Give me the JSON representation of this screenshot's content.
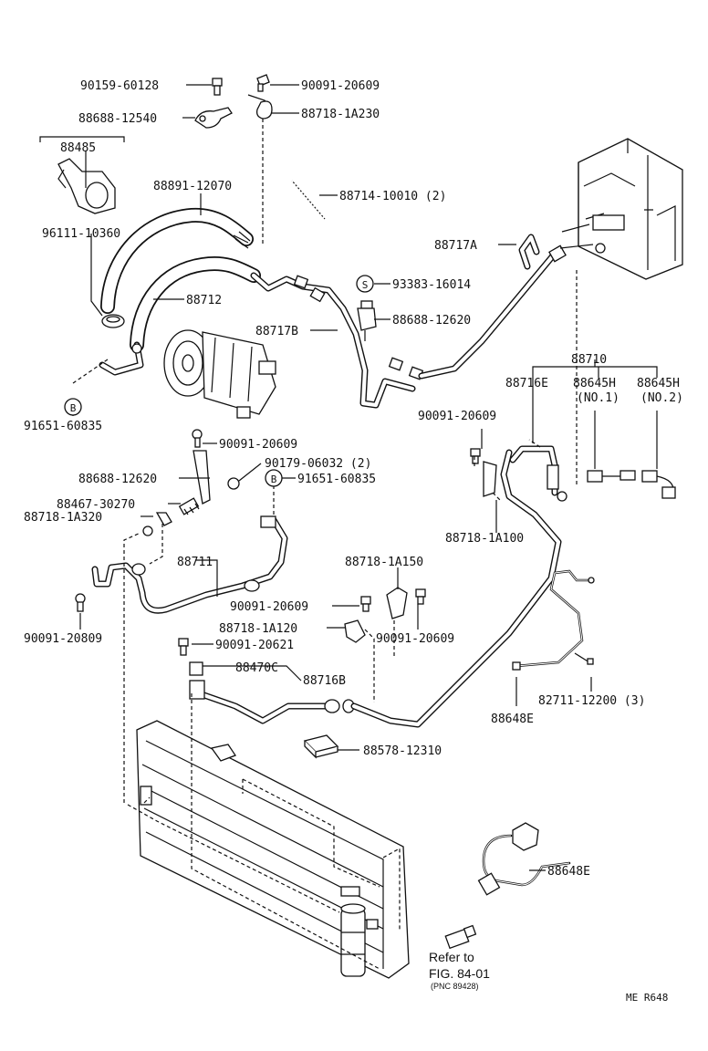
{
  "labels": {
    "l01": "90159-60128",
    "l02": "90091-20609",
    "l03": "88688-12540",
    "l04": "88718-1A230",
    "l05": "88485",
    "l06": "88891-12070",
    "l07": "88714-10010 (2)",
    "l08": "96111-10360",
    "l09": "88717A",
    "l10": "93383-16014",
    "l11": "88712",
    "l12": "88688-12620",
    "l13": "88717B",
    "l14": "88710",
    "l15": "88716E",
    "l16": "88645H",
    "l17": "88645H",
    "l18": "(NO.1)",
    "l19": "(NO.2)",
    "l20": "91651-60835",
    "l21": "90091-20609",
    "l22": "90091-20609",
    "l23": "90179-06032 (2)",
    "l24": "88688-12620",
    "l25": "91651-60835",
    "l26": "88467-30270",
    "l27": "88718-1A320",
    "l28": "88718-1A100",
    "l29": "88711",
    "l30": "88718-1A150",
    "l31": "90091-20609",
    "l32": "90091-20809",
    "l33": "88718-1A120",
    "l34": "90091-20609",
    "l35": "90091-20621",
    "l36": "88470C",
    "l37": "88716B",
    "l38": "82711-12200 (3)",
    "l39": "88648E",
    "l40": "88578-12310",
    "l41": "88648E",
    "ref1": "Refer to",
    "ref2": "FIG. 84-01",
    "ref3": "(PNC 89428)",
    "code": "ME  R648"
  },
  "symbols": {
    "b1": "B",
    "b2": "B",
    "s1": "S"
  }
}
